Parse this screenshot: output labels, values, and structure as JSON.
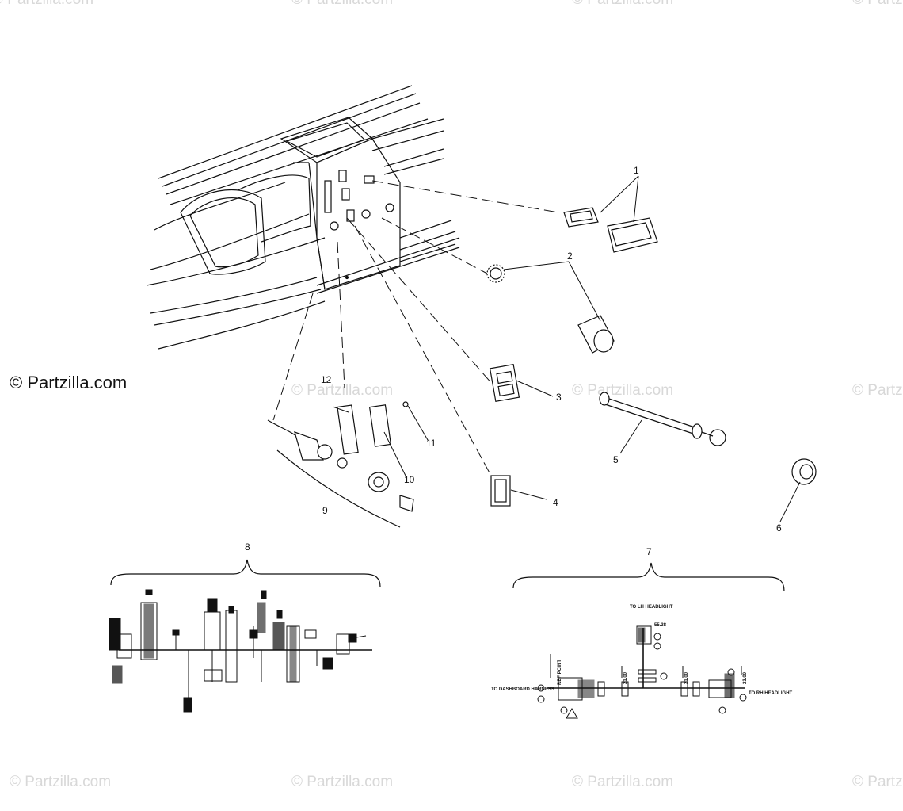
{
  "watermark": {
    "main": "© Partzilla.com",
    "faint": "© Partzilla.com"
  },
  "callouts": [
    "1",
    "2",
    "3",
    "4",
    "5",
    "6",
    "7",
    "8",
    "9",
    "10",
    "11",
    "12"
  ],
  "harness7": {
    "lh_headlight": "TO LH HEADLIGHT",
    "rh_headlight": "TO RH HEADLIGHT",
    "dashboard": "TO DASHBOARD HARNESS",
    "dim_top": "55.38",
    "dim_a": "21.00",
    "dim_b": "21.00",
    "dim_c": "23.00",
    "ref_point": "REF POINT"
  },
  "colors": {
    "ink": "#111111",
    "watermark": "#d8d8d8"
  }
}
